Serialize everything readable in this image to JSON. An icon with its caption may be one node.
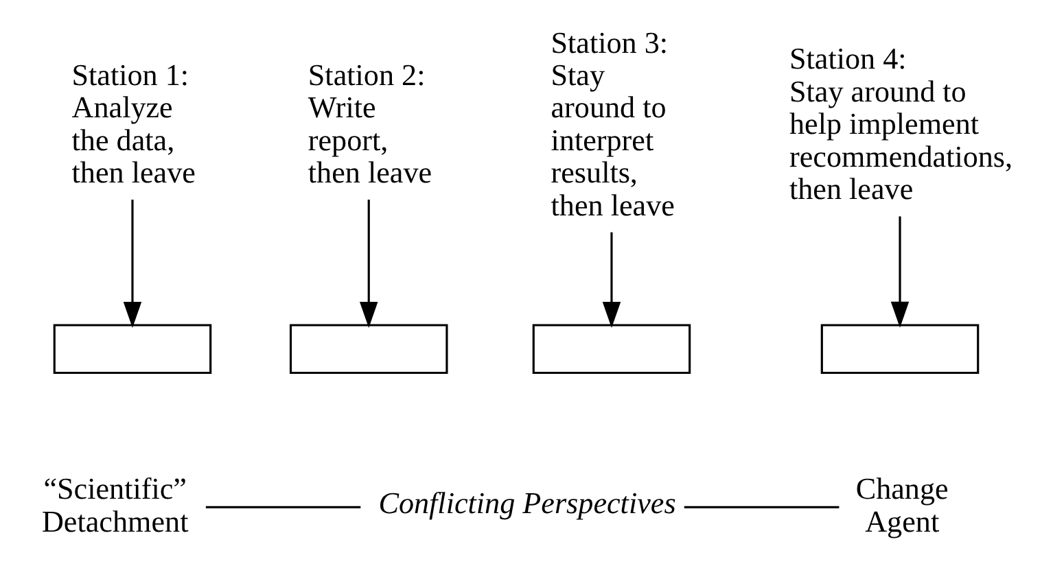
{
  "diagram": {
    "nodes": [
      {
        "text": [
          "Station 1:",
          "Analyze the data, then leave"
        ]
      },
      {
        "text": [
          "Station 2:",
          "Write report, then leave"
        ]
      },
      {
        "text": [
          "Station 3:",
          "Stay around to interpret results, then leave"
        ]
      },
      {
        "text": [
          "Station 4:",
          "Stay around to help implement recommendations, then leave"
        ]
      },
      {
        "text": [],
        "shape": "box"
      },
      {
        "text": [],
        "shape": "box"
      },
      {
        "text": [],
        "shape": "box"
      },
      {
        "text": [],
        "shape": "box"
      },
      {
        "text": [
          "“Scientific” Detachment"
        ]
      },
      {
        "text": [
          "Conflicting Perspectives"
        ]
      },
      {
        "text": [
          "Change Agent"
        ]
      }
    ],
    "edges": [
      {
        "from": 0,
        "to": 4,
        "arrow": "to"
      },
      {
        "from": 1,
        "to": 5,
        "arrow": "to"
      },
      {
        "from": 2,
        "to": 6,
        "arrow": "to"
      },
      {
        "from": 3,
        "to": 7,
        "arrow": "to"
      },
      {
        "from": 8,
        "to": 9,
        "arrow": "none"
      },
      {
        "from": 9,
        "to": 10,
        "arrow": "none"
      }
    ]
  }
}
